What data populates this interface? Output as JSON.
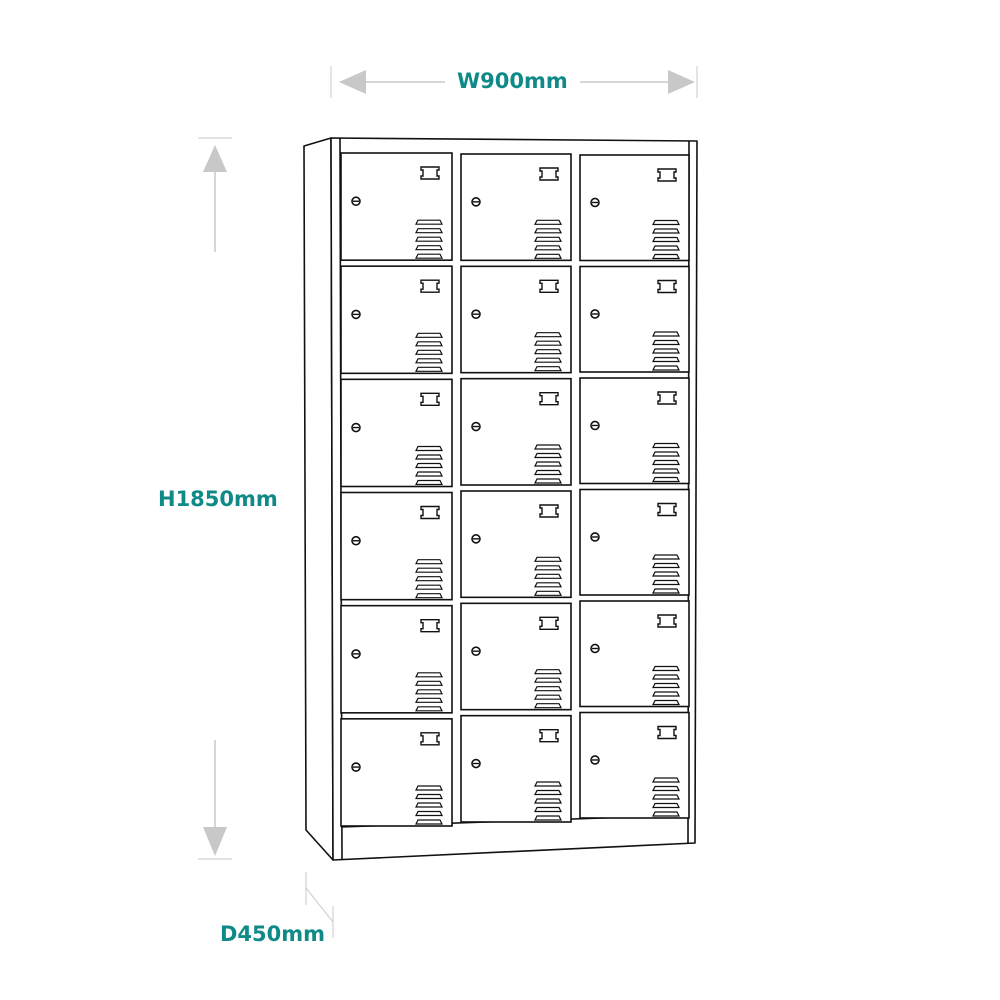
{
  "dimensions": {
    "width_label": "W900mm",
    "height_label": "H1850mm",
    "depth_label": "D450mm"
  },
  "locker": {
    "columns": 3,
    "rows": 6,
    "door_features": [
      "handle-icon",
      "lock-icon",
      "vent-icon"
    ]
  },
  "colors": {
    "label": "#0f8a87",
    "dimension_line": "#c8c8c8",
    "outline": "#111111"
  }
}
